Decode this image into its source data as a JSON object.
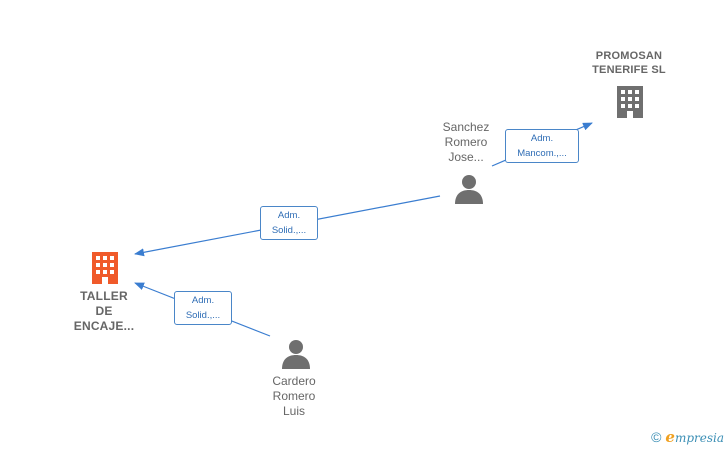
{
  "nodes": {
    "promosan": {
      "label_line1": "PROMOSAN",
      "label_line2": "TENERIFE SL",
      "icon": "building-icon",
      "color": "#6f6f6f"
    },
    "taller": {
      "label_line1": "TALLER",
      "label_line2": "DE",
      "label_line3": "ENCAJE...",
      "icon": "building-icon",
      "color": "#f05a2a"
    },
    "sanchez": {
      "label_line1": "Sanchez",
      "label_line2": "Romero",
      "label_line3": "Jose...",
      "icon": "person-icon",
      "color": "#6f6f6f"
    },
    "cardero": {
      "label_line1": "Cardero",
      "label_line2": "Romero",
      "label_line3": "Luis",
      "icon": "person-icon",
      "color": "#6f6f6f"
    }
  },
  "edges": {
    "sanchez_promosan": {
      "line1": "Adm.",
      "line2": "Mancom.,..."
    },
    "sanchez_taller": {
      "line1": "Adm.",
      "line2": "Solid.,..."
    },
    "cardero_taller": {
      "line1": "Adm.",
      "line2": "Solid.,..."
    }
  },
  "colors": {
    "edge": "#3a7dd0",
    "edge_border": "#4a86c8"
  },
  "watermark": {
    "copyright": "©",
    "brand_initial": "e",
    "brand_rest": "mpresia"
  }
}
